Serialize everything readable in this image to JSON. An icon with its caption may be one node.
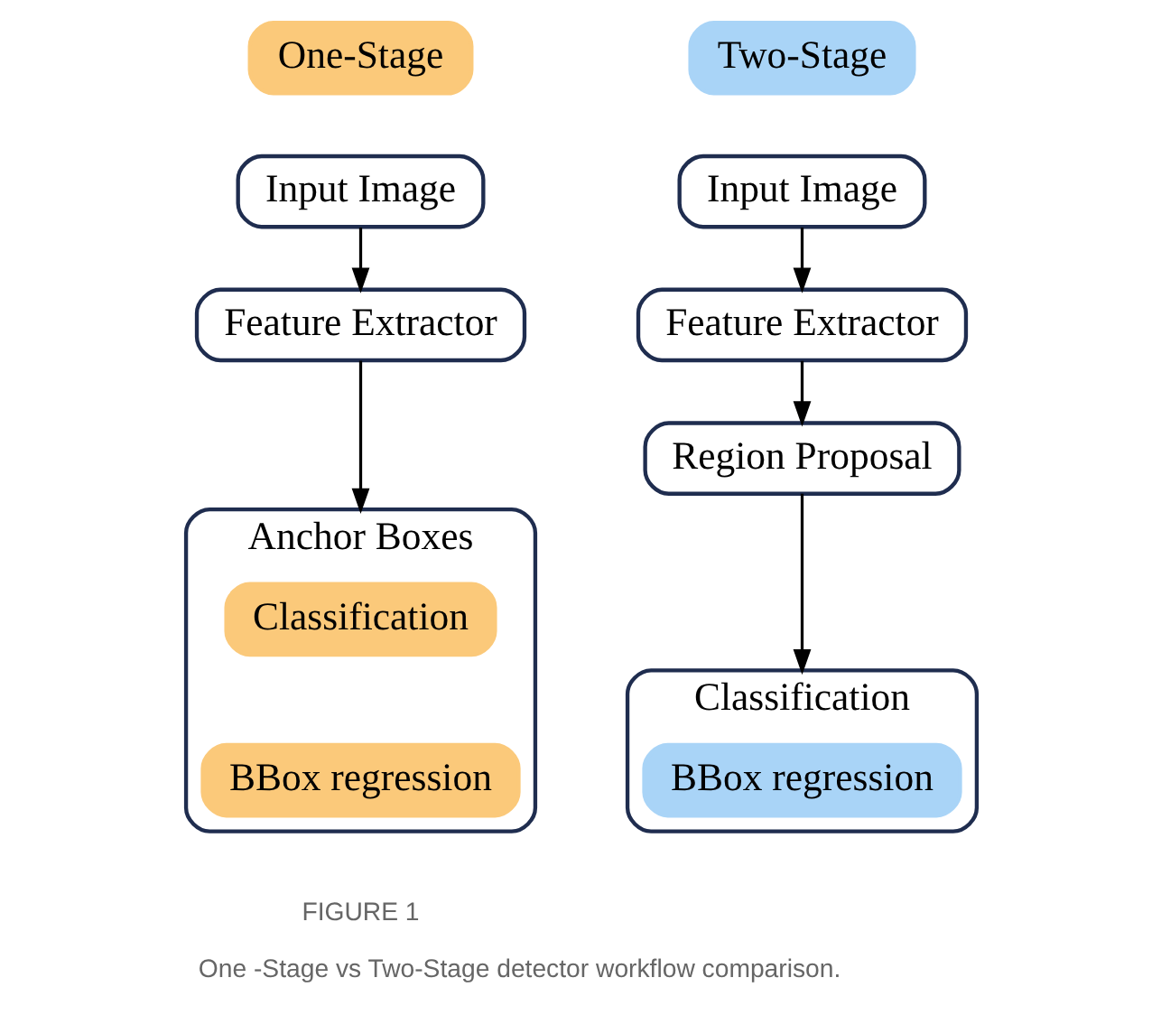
{
  "diagram": {
    "caption": "One -Stage vs Two-Stage detector workflow comparison.",
    "nodes": [
      {
        "text": [
          "One-Stage"
        ]
      },
      {
        "text": [
          "Input Image"
        ]
      },
      {
        "text": [
          "Feature Extractor"
        ]
      },
      {
        "text": [
          "Anchor Boxes"
        ]
      },
      {
        "text": [
          "Classification"
        ],
        "in": 3
      },
      {
        "text": [
          "BBox regression"
        ],
        "in": 3
      },
      {
        "text": [
          "Two-Stage"
        ]
      },
      {
        "text": [
          "Input Image"
        ]
      },
      {
        "text": [
          "Feature Extractor"
        ]
      },
      {
        "text": [
          "Region Proposal"
        ]
      },
      {
        "text": [
          "Classification"
        ]
      },
      {
        "text": [
          "BBox regression"
        ],
        "in": 10
      }
    ],
    "edges": [
      {
        "from": 1,
        "to": 2,
        "arrow": "to"
      },
      {
        "from": 2,
        "to": 3,
        "arrow": "to"
      },
      {
        "from": 7,
        "to": 8,
        "arrow": "to"
      },
      {
        "from": 8,
        "to": 9,
        "arrow": "to"
      },
      {
        "from": 9,
        "to": 10,
        "arrow": "to"
      }
    ],
    "labels": [
      "FIGURE 1"
    ]
  }
}
